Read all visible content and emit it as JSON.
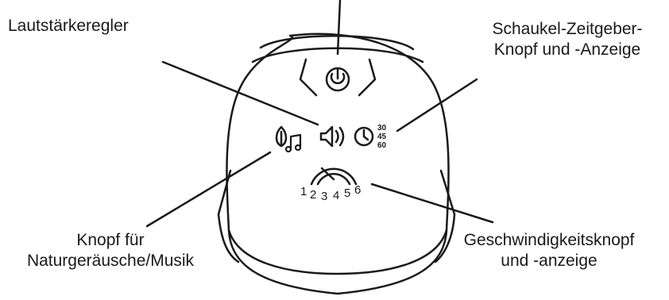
{
  "callouts": {
    "volume": {
      "text": "Lautstärkeregler"
    },
    "timer": {
      "line1": "Schaukel-Zeitgeber-",
      "line2": "Knopf und -Anzeige"
    },
    "nature": {
      "line1": "Knopf für",
      "line2": "Naturgeräusche/Musik"
    },
    "speed": {
      "line1": "Geschwindigkeitsknopf",
      "line2": "und -anzeige"
    }
  },
  "device": {
    "icons": {
      "power": "power-icon",
      "speaker": "speaker-icon",
      "timer": "clock-icon",
      "nature": "leaf-icon",
      "music": "music-note-icon",
      "speed": "speedometer-icon"
    },
    "timer_values": [
      "30",
      "45",
      "60"
    ],
    "speed_values": [
      "1",
      "2",
      "3",
      "4",
      "5",
      "6"
    ]
  }
}
